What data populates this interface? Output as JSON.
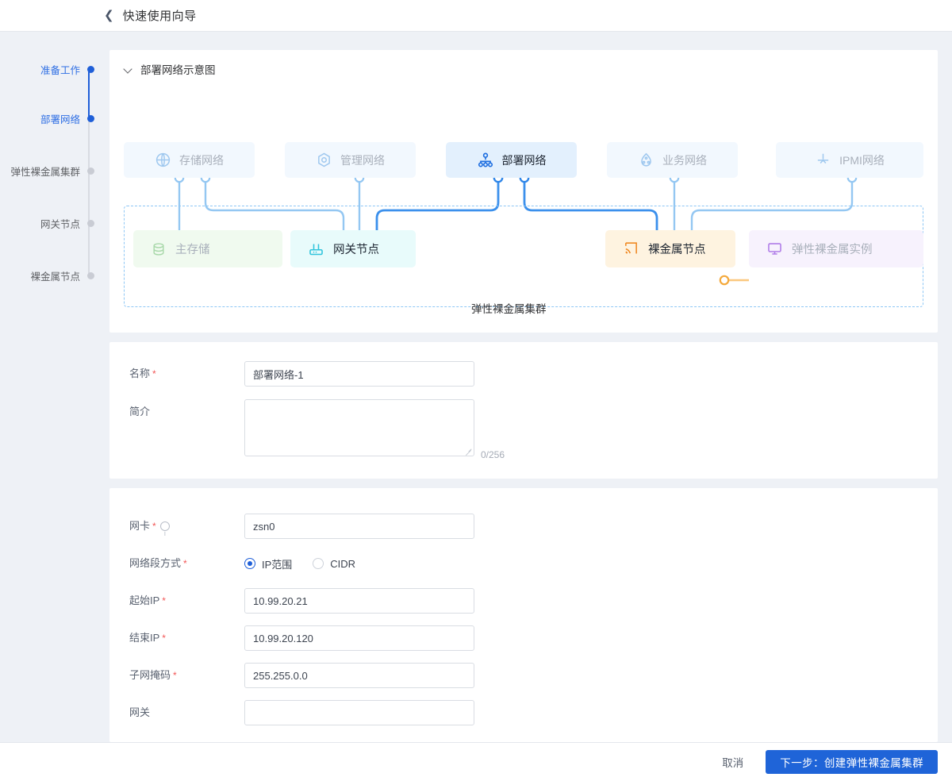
{
  "topbar": {
    "back_icon": "chevron-left-icon",
    "title": "快速使用向导"
  },
  "steps": {
    "items": [
      {
        "label": "准备工作",
        "state": "done"
      },
      {
        "label": "部署网络",
        "state": "active"
      },
      {
        "label": "弹性裸金属集群",
        "state": "pending"
      },
      {
        "label": "网关节点",
        "state": "pending"
      },
      {
        "label": "裸金属节点",
        "state": "pending"
      }
    ]
  },
  "diagram": {
    "collapse_icon": "chevron-down-icon",
    "title": "部署网络示意图",
    "networks": [
      {
        "label": "存储网络",
        "icon": "globe-icon",
        "selected": false
      },
      {
        "label": "管理网络",
        "icon": "hexagon-target-icon",
        "selected": false
      },
      {
        "label": "部署网络",
        "icon": "network-tree-icon",
        "selected": true
      },
      {
        "label": "业务网络",
        "icon": "cloud-nodes-icon",
        "selected": false
      },
      {
        "label": "IPMI网络",
        "icon": "ipmi-plug-icon",
        "selected": false
      }
    ],
    "cluster_label": "弹性裸金属集群",
    "groups": [
      {
        "label": "主存储",
        "icon": "database-icon",
        "color": "#79c97f"
      },
      {
        "label": "网关节点",
        "icon": "router-icon",
        "color": "#35c6dd"
      },
      {
        "label": "裸金属节点",
        "icon": "bare-metal-signal-icon",
        "color": "#f08a24"
      },
      {
        "label": "弹性裸金属实例",
        "icon": "monitor-icon",
        "color": "#b07ce8"
      }
    ]
  },
  "form_basic": {
    "name": {
      "label": "名称",
      "required": true,
      "value": "部署网络-1",
      "placeholder": ""
    },
    "desc": {
      "label": "简介",
      "required": false,
      "value": "",
      "placeholder": "",
      "counter": "0/256"
    }
  },
  "form_network": {
    "nic": {
      "label": "网卡",
      "required": true,
      "info_icon": "info-circle-icon",
      "value": "zsn0",
      "placeholder": ""
    },
    "segment_mode": {
      "label": "网络段方式",
      "required": true,
      "options": [
        {
          "label": "IP范围",
          "selected": true
        },
        {
          "label": "CIDR",
          "selected": false
        }
      ]
    },
    "start_ip": {
      "label": "起始IP",
      "required": true,
      "value": "10.99.20.21",
      "placeholder": ""
    },
    "end_ip": {
      "label": "结束IP",
      "required": true,
      "value": "10.99.20.120",
      "placeholder": ""
    },
    "netmask": {
      "label": "子网掩码",
      "required": true,
      "value": "255.255.0.0",
      "placeholder": ""
    },
    "gateway": {
      "label": "网关",
      "required": false,
      "value": "",
      "placeholder": ""
    }
  },
  "footer": {
    "cancel": "取消",
    "next": "下一步：创建弹性裸金属集群"
  },
  "colors": {
    "accent": "#1f64d8",
    "wire_blue": "#94c7f2",
    "wire_blue_strong": "#3b90ec",
    "green": "#79c97f",
    "cyan": "#35c6dd",
    "orange": "#f08a24",
    "purple": "#b07ce8"
  }
}
